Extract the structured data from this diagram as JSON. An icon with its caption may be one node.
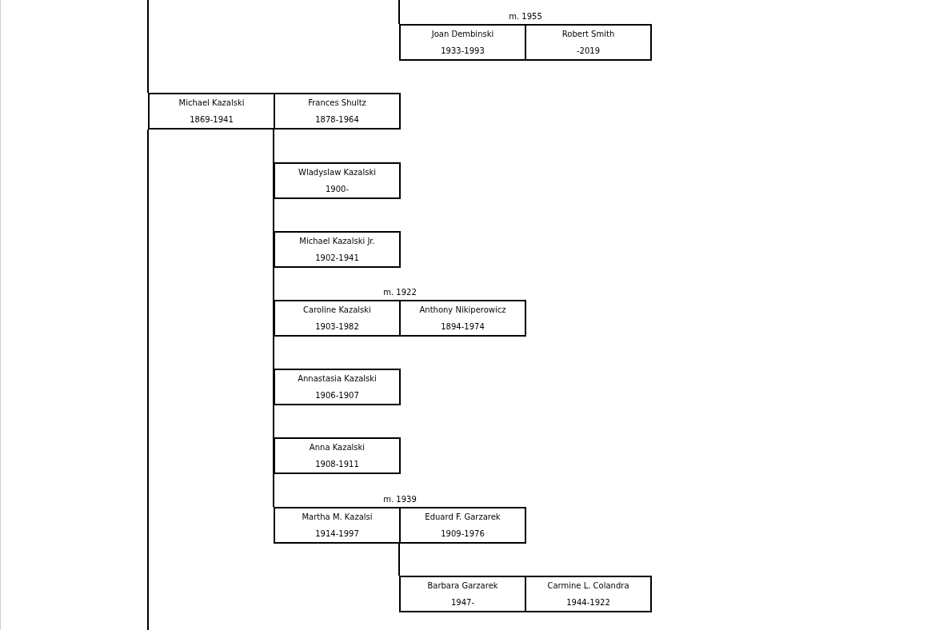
{
  "diagram": {
    "nodes": [
      {
        "text": [
          "Joan Dembinski",
          "1933-1993"
        ],
        "beside": [
          "m. 1955"
        ]
      },
      {
        "text": [
          "Robert Smith",
          "-2019"
        ]
      },
      {
        "text": [
          "Michael Kazalski",
          "1869-1941"
        ]
      },
      {
        "text": [
          "Frances Shultz",
          "1878-1964"
        ]
      },
      {
        "text": [
          "Wladyslaw Kazalski",
          "1900-"
        ]
      },
      {
        "text": [
          "Michael Kazalski Jr.",
          "1902-1941"
        ]
      },
      {
        "text": [
          "Caroline Kazalski",
          "1903-1982"
        ],
        "beside": [
          "m. 1922"
        ]
      },
      {
        "text": [
          "Anthony Nikiperowicz",
          "1894-1974"
        ]
      },
      {
        "text": [
          "Annastasia Kazalski",
          "1906-1907"
        ]
      },
      {
        "text": [
          "Anna Kazalski",
          "1908-1911"
        ]
      },
      {
        "text": [
          "Martha M. Kazalsi",
          "1914-1997"
        ],
        "beside": [
          "m. 1939"
        ]
      },
      {
        "text": [
          "Eduard F. Garzarek",
          "1909-1976"
        ]
      },
      {
        "text": [
          "Barbara Garzarek",
          "1947-"
        ]
      },
      {
        "text": [
          "Carmine L. Colandra",
          "1944-1922"
        ]
      }
    ],
    "edges": [
      {
        "from": null,
        "to": 0,
        "arrow": "none"
      },
      {
        "from": null,
        "to": 2,
        "arrow": "none"
      },
      {
        "from": 2,
        "to": null,
        "arrow": "none"
      },
      {
        "from": 2,
        "to": 4,
        "arrow": "none"
      },
      {
        "from": 2,
        "to": 5,
        "arrow": "none"
      },
      {
        "from": 2,
        "to": 6,
        "arrow": "none"
      },
      {
        "from": 2,
        "to": 8,
        "arrow": "none"
      },
      {
        "from": 2,
        "to": 9,
        "arrow": "none"
      },
      {
        "from": 2,
        "to": 10,
        "arrow": "none"
      },
      {
        "from": 10,
        "to": 12,
        "arrow": "none"
      }
    ]
  }
}
